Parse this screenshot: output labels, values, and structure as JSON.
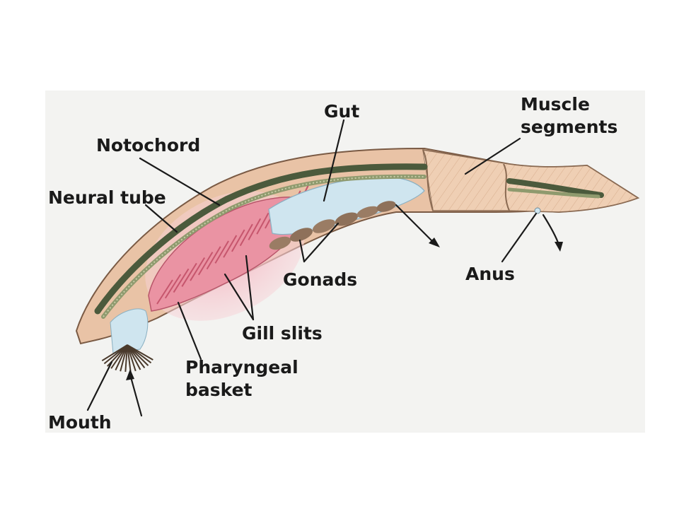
{
  "diagram": {
    "labels": {
      "gut": "Gut",
      "muscle_line1": "Muscle",
      "muscle_line2": "segments",
      "notochord": "Notochord",
      "neural_tube": "Neural tube",
      "gonads": "Gonads",
      "anus": "Anus",
      "gill_slits": "Gill slits",
      "pharyngeal_line1": "Pharyngeal",
      "pharyngeal_line2": "basket",
      "mouth": "Mouth"
    },
    "colors": {
      "body_skin": "#e9c3a6",
      "body_outline": "#7a5a44",
      "muscle": "#f0cfb3",
      "neural_tube": "#4b5a3c",
      "notochord": "#8f9a6e",
      "pharynx": "#ea93a3",
      "pharynx_glow": "#f6c9cf",
      "gut": "#cfe5ef",
      "gonads": "#9a7c64",
      "oral_cirri": "#4a3a2c",
      "label_text": "#1a1a1a"
    }
  }
}
